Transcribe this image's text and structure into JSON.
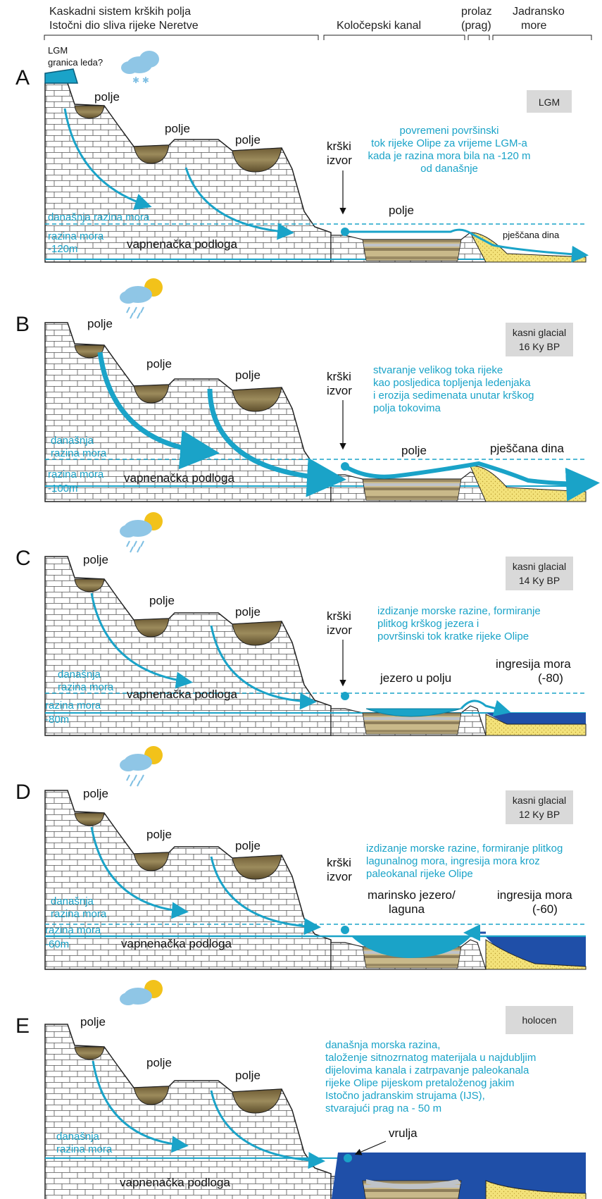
{
  "header": {
    "col1_line1": "Kaskadni sistem krških polja",
    "col1_line2": "Istočni dio sliva rijeke Neretve",
    "col2": "Koločepski kanal",
    "col3_line1": "prolaz",
    "col3_line2": "(prag)",
    "col4_line1": "Jadransko",
    "col4_line2": "more"
  },
  "common": {
    "polje": "polje",
    "krski": "krški",
    "izvor": "izvor",
    "podloga": "vapnenačka podloga",
    "danasnja": "današnja",
    "razina_mora": "razina mora"
  },
  "panels": {
    "A": {
      "letter": "A",
      "box": [
        "LGM"
      ],
      "ice_l1": "LGM",
      "ice_l2": "granica leda?",
      "note": [
        "povremeni površinski",
        "tok rijeke Olipe za vrijeme LGM-a",
        "kada je razina mora bila na -120 m",
        "od današnje"
      ],
      "present_sea": "današnja razina mora",
      "sea_level": "-120m",
      "polje_right": "polje",
      "dune": "pješčana dina"
    },
    "B": {
      "letter": "B",
      "box": [
        "kasni glacial",
        "16 Ky BP"
      ],
      "note": [
        "stvaranje velikog toka rijeke",
        "kao posljedica topljenja ledenjaka",
        "i erozija sedimenata unutar krškog",
        "polja tokovima"
      ],
      "sea_level": "-100m",
      "polje_right": "polje",
      "dune": "pješčana dina"
    },
    "C": {
      "letter": "C",
      "box": [
        "kasni glacial",
        "14 Ky BP"
      ],
      "note": [
        "izdizanje morske razine, formiranje",
        "plitkog krškog jezera i",
        "površinski tok kratke rijeke Olipe"
      ],
      "sea_level": "-80m",
      "lake": "jezero u polju",
      "ingress_l1": "ingresija mora",
      "ingress_l2": "(-80)"
    },
    "D": {
      "letter": "D",
      "box": [
        "kasni glacial",
        "12 Ky BP"
      ],
      "note": [
        "izdizanje morske razine, formiranje plitkog",
        "lagunalnog mora, ingresija mora kroz",
        "paleokanal rijeke Olipe"
      ],
      "sea_level": "-60m",
      "lagoon_l1": "marinsko jezero/",
      "lagoon_l2": "laguna",
      "ingress_l1": "ingresija mora",
      "ingress_l2": "(-60)"
    },
    "E": {
      "letter": "E",
      "box": [
        "holocen"
      ],
      "note": [
        "današnja morska razina,",
        "taloženje sitnozrnatog materijala u najdubljim",
        "dijelovima kanala i zatrpavanje paleokanala",
        "rijeke Olipe pijeskom pretaloženog jakim",
        "Istočno jadranskim strujama (IJS),",
        "stvarajući prag na - 50 m"
      ],
      "vrulja": "vrulja"
    }
  },
  "colors": {
    "water": "#1aa3c8",
    "sea_dark": "#1f4fa8",
    "sediment": "#8a7a52",
    "sand": "#f3e27a",
    "box_bg": "#d9d9d9"
  }
}
